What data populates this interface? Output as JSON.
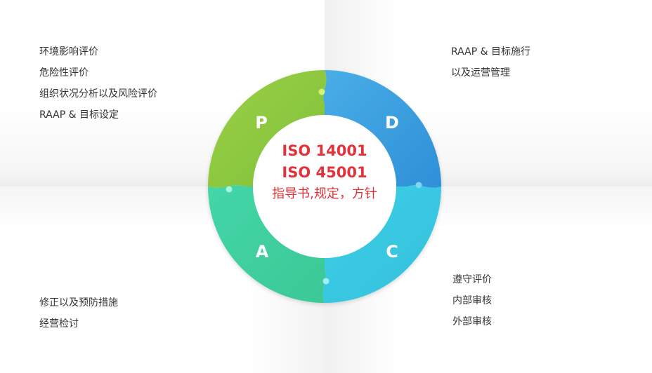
{
  "quadrants": {
    "p": {
      "letter": "P",
      "color": "#8cc63f"
    },
    "d": {
      "letter": "D",
      "color": "#3a9fe0"
    },
    "c": {
      "letter": "C",
      "color": "#3ac8e0"
    },
    "a": {
      "letter": "A",
      "color": "#3fcfa0"
    }
  },
  "center": {
    "line1": "ISO 14001",
    "line2": "ISO 45001",
    "line3": "指导书,规定，方针",
    "color": "#e2333a"
  },
  "top_left": {
    "items": [
      "环境影响评价",
      "危险性评价",
      "组织状况分析以及风险评价",
      "RAAP & 目标设定"
    ]
  },
  "top_right": {
    "items": [
      "RAAP & 目标施行",
      "以及运营管理"
    ]
  },
  "bottom_left": {
    "items": [
      "修正以及预防措施",
      "经营检讨"
    ]
  },
  "bottom_right": {
    "items": [
      "遵守评价",
      "内部审核",
      "外部审核"
    ]
  }
}
